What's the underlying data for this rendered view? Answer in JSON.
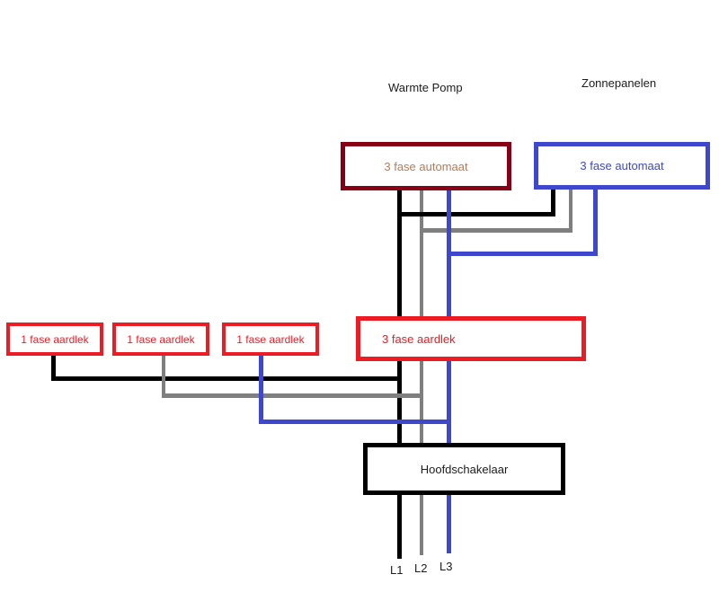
{
  "diagram": {
    "headings": {
      "warmte_pomp": "Warmte Pomp",
      "zonnepanelen": "Zonnepanelen"
    },
    "breakers": {
      "warmtepomp_automaat": {
        "label": "3 fase automaat",
        "border_color": "#880015",
        "text_color": "#B97A57"
      },
      "zonnepanelen_automaat": {
        "label": "3 fase automaat",
        "border_color": "#3F48CC",
        "text_color": "#3F48CC"
      },
      "aardlek_1": {
        "label": "1 fase aardlek",
        "border_color": "#ED1C24",
        "text_color": "#ED1C24"
      },
      "aardlek_2": {
        "label": "1 fase aardlek",
        "border_color": "#ED1C24",
        "text_color": "#ED1C24"
      },
      "aardlek_3": {
        "label": "1 fase aardlek",
        "border_color": "#ED1C24",
        "text_color": "#ED1C24"
      },
      "aardlek_3fase": {
        "label": "3 fase aardlek",
        "border_color": "#ED1C24",
        "text_color": "#ED1C24"
      },
      "hoofdschakelaar": {
        "label": "Hoofdschakelaar",
        "border_color": "#000000",
        "text_color": "#000000"
      }
    },
    "phases": [
      {
        "label": "L1",
        "wire_color": "#000000"
      },
      {
        "label": "L2",
        "wire_color": "#7F7F7F"
      },
      {
        "label": "L3",
        "wire_color": "#3F48CC"
      }
    ],
    "background_color": "#FFFFFF"
  }
}
